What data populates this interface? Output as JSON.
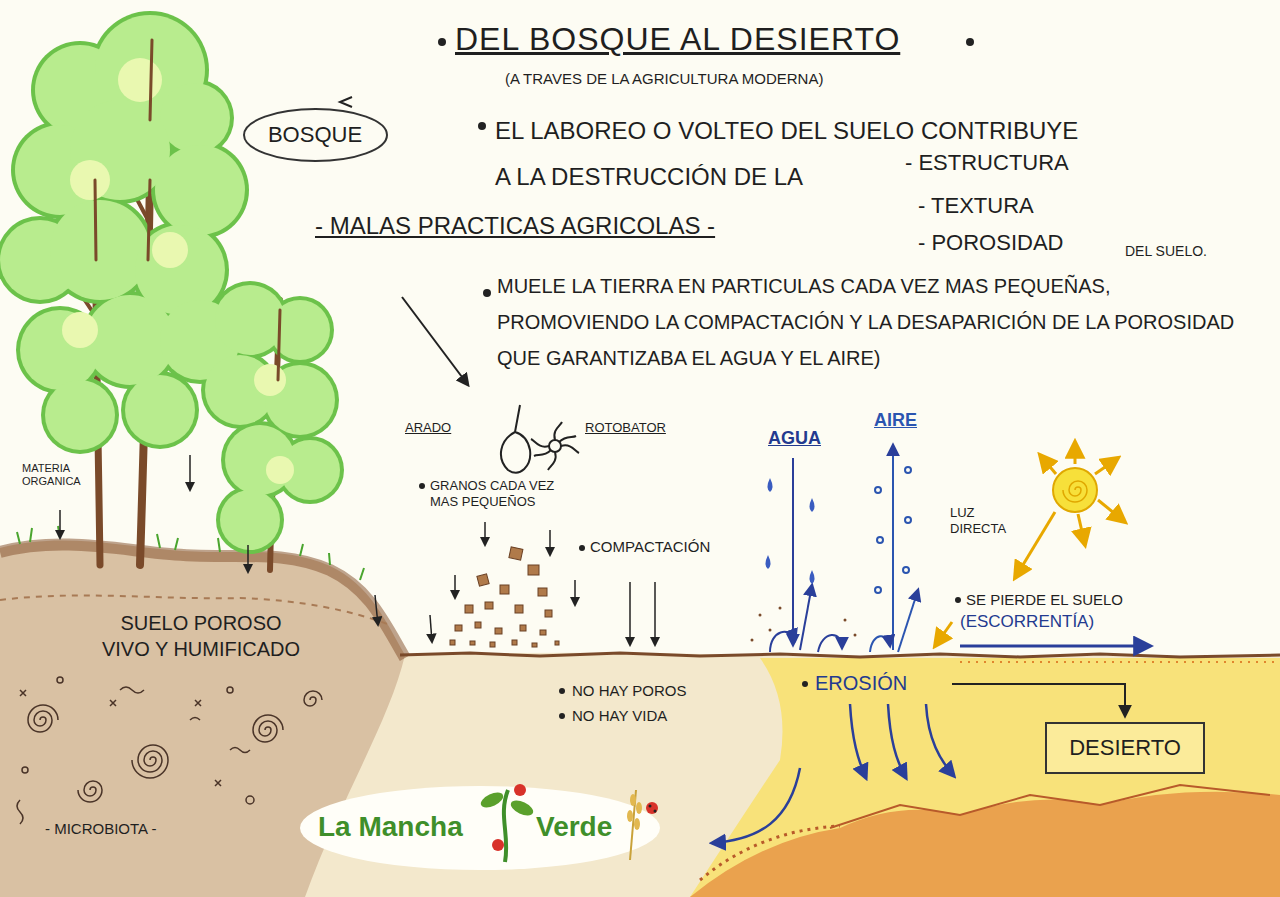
{
  "diagram": {
    "title": "DEL BOSQUE AL DESIERTO",
    "nodes": [
      {
        "text": [
          "BOSQUE"
        ]
      },
      {
        "text": [
          "DESIERTO"
        ]
      }
    ],
    "labels": [
      "(A TRAVES DE LA AGRICULTURA MODERNA)",
      "EL LABOREO O VOLTEO DEL SUELO CONTRIBUYE A LA DESTRUCCIÓN DE LA",
      "- ESTRUCTURA",
      "- TEXTURA",
      "- POROSIDAD",
      "DEL SUELO.",
      "- MALAS PRACTICAS AGRICOLAS -",
      "MUELE LA TIERRA EN PARTICULAS CADA VEZ MAS PEQUEÑAS, PROMOVIENDO LA COMPACTACIÓN Y LA DESAPARICIÓN DE LA POROSIDAD QUE GARANTIZABA EL AGUA Y EL AIRE)",
      "ARADO",
      "ROTOBATOR",
      "GRANOS CADA VEZ MAS PEQUEÑOS",
      "COMPACTACIÓN",
      "AGUA",
      "AIRE",
      "LUZ DIRECTA",
      "SE PIERDE EL SUELO",
      "(ESCORRENTÍA)",
      "NO HAY POROS",
      "NO HAY VIDA",
      "EROSIÓN",
      "MATERIA ORGANICA",
      "SUELO POROSO VIVO Y HUMIFICADO",
      "- MICROBIOTA -",
      "La Mancha",
      "Verde"
    ]
  }
}
